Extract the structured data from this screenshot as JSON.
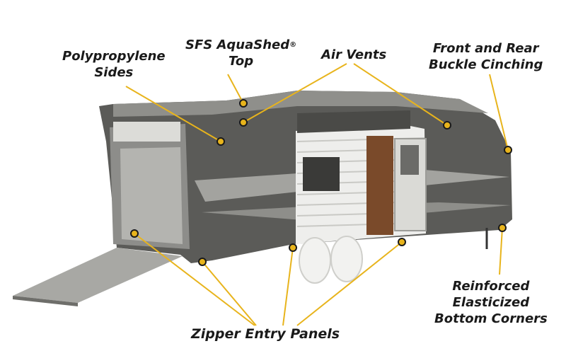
{
  "labels": {
    "polypropylene_line1": "Polypropylene",
    "polypropylene_line2": "Sides",
    "aquashed_line1": "SFS AquaShed",
    "aquashed_reg": "®",
    "aquashed_line2": "Top",
    "air_vents": "Air Vents",
    "buckle_line1": "Front and Rear",
    "buckle_line2": "Buckle Cinching",
    "corners_line1": "Reinforced",
    "corners_line2": "Elasticized",
    "corners_line3": "Bottom Corners",
    "zipper": "Zipper Entry Panels"
  },
  "colors": {
    "callout_line": "#e8b41c",
    "cover_dark": "#5b5b58",
    "cover_light": "#9a9a96",
    "text": "#1a1a1a"
  }
}
